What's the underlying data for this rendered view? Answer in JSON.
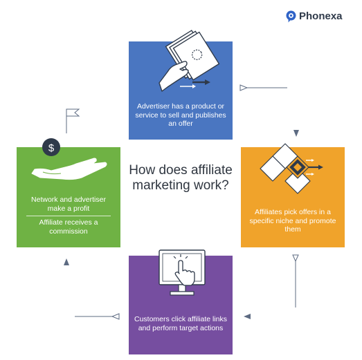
{
  "brand": {
    "name": "Phonexa"
  },
  "title": "How does affiliate marketing work?",
  "steps": [
    {
      "id": "advertiser",
      "text": "Advertiser has a product or service to sell and publishes an offer",
      "color": "#4a76c1"
    },
    {
      "id": "affiliates",
      "text": "Affiliates pick offers in a specific niche and promote them",
      "color": "#f0a32b"
    },
    {
      "id": "customers",
      "text": "Customers click affiliate links and perform target actions",
      "color": "#764ea0"
    },
    {
      "id": "network",
      "text": "Network and advertiser make a profit",
      "text2": "Affiliate receives a commission",
      "color": "#6fb244"
    }
  ],
  "icons": {
    "advertiser": "hand-document-icon",
    "affiliates": "diamond-network-icon",
    "customers": "monitor-click-icon",
    "network": "hand-coin-icon",
    "flag": "flag-icon"
  },
  "coin_symbol": "$"
}
